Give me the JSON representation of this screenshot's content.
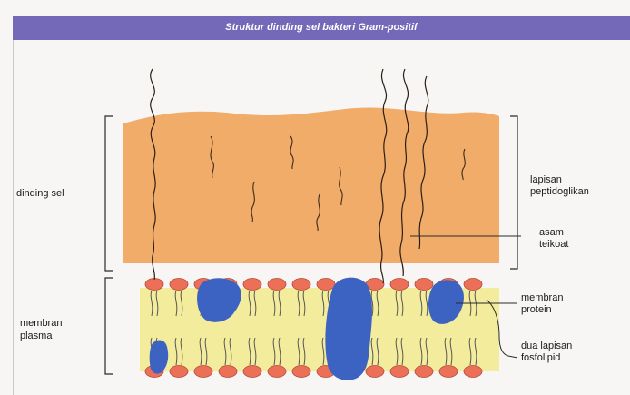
{
  "header": {
    "title": "Struktur dinding sel bakteri Gram-positif"
  },
  "labels": {
    "dinding_sel": "dinding sel",
    "membran_plasma_1": "membran",
    "membran_plasma_2": "plasma",
    "lapisan_1": "lapisan",
    "lapisan_2": "peptidoglikan",
    "asam_1": "asam",
    "asam_2": "teikoat",
    "membran_protein_1": "membran",
    "membran_protein_2": "protein",
    "dua_lapisan_1": "dua lapisan",
    "dua_lapisan_2": "fosfolipid"
  },
  "colors": {
    "header": "#7468b8",
    "peptidoglycan": "#f2ac6a",
    "membrane": "#f3ec9c",
    "phospholipid_head": "#ec7057",
    "protein": "#3d63c2"
  }
}
